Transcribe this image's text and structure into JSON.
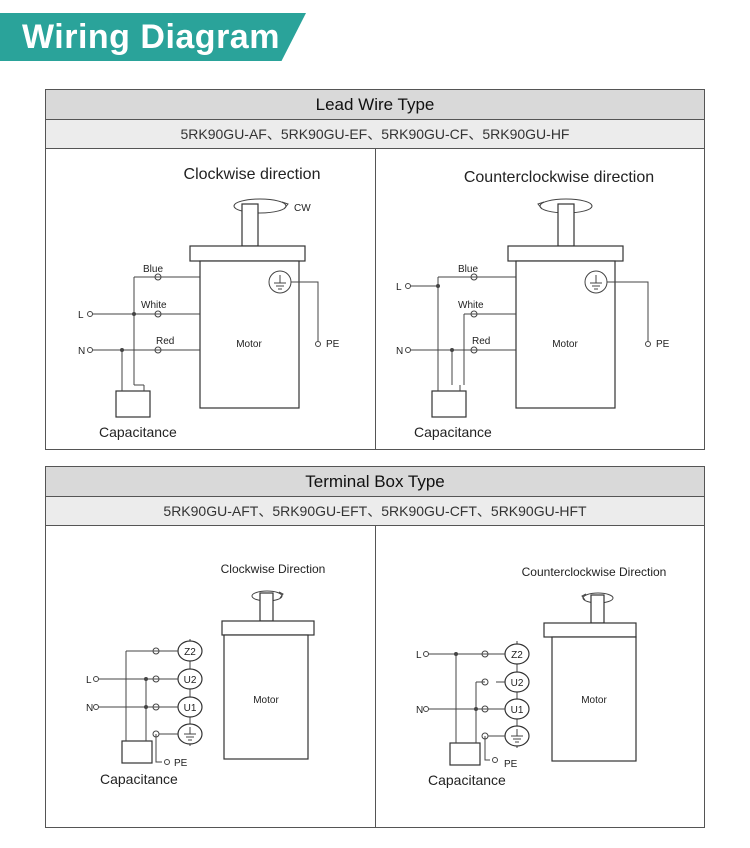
{
  "header": {
    "title": "Wiring Diagram",
    "color": "#2aa39a"
  },
  "lead_wire": {
    "title": "Lead Wire Type",
    "models": "5RK90GU-AF、5RK90GU-EF、5RK90GU-CF、5RK90GU-HF",
    "cw": {
      "direction": "Clockwise direction",
      "rotation": "CW",
      "wires": [
        "Blue",
        "White",
        "Red"
      ],
      "lines": [
        "L",
        "N"
      ],
      "ground": "PE",
      "motor": "Motor",
      "capacitor": "Capacitance"
    },
    "ccw": {
      "direction": "Counterclockwise direction",
      "wires": [
        "Blue",
        "White",
        "Red"
      ],
      "lines": [
        "L",
        "N"
      ],
      "ground": "PE",
      "motor": "Motor",
      "capacitor": "Capacitance"
    }
  },
  "terminal_box": {
    "title": "Terminal Box Type",
    "models": "5RK90GU-AFT、5RK90GU-EFT、5RK90GU-CFT、5RK90GU-HFT",
    "cw": {
      "direction": "Clockwise Direction",
      "terminals": [
        "Z2",
        "U2",
        "U1"
      ],
      "lines": [
        "L",
        "N"
      ],
      "ground": "PE",
      "motor": "Motor",
      "capacitor": "Capacitance"
    },
    "ccw": {
      "direction": "Counterclockwise Direction",
      "terminals": [
        "Z2",
        "U2",
        "U1"
      ],
      "lines": [
        "L",
        "N"
      ],
      "ground": "PE",
      "motor": "Motor",
      "capacitor": "Capacitance"
    }
  }
}
